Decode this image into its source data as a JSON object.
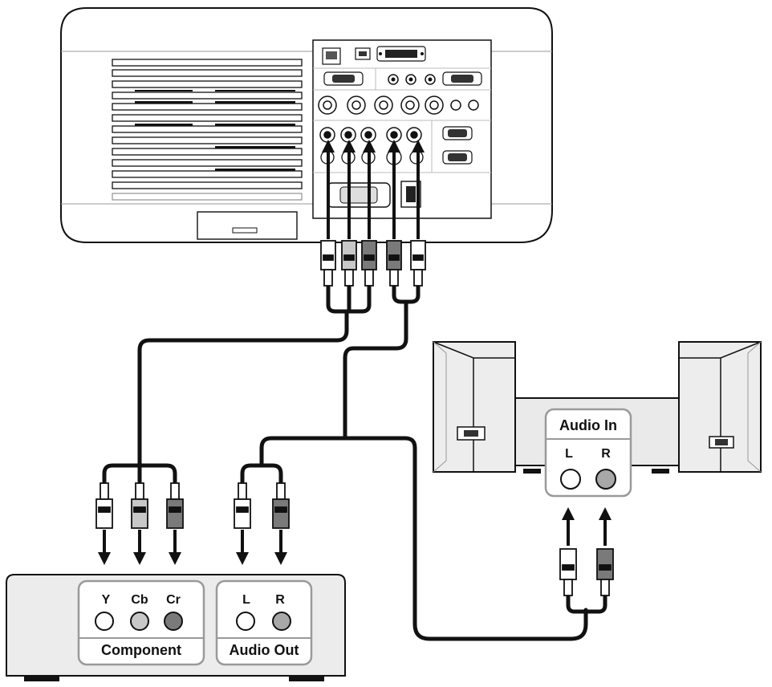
{
  "source_device": {
    "component": {
      "title": "Component",
      "jacks": [
        "Y",
        "Cb",
        "Cr"
      ]
    },
    "audio": {
      "title": "Audio Out",
      "jacks": [
        "L",
        "R"
      ]
    }
  },
  "speaker": {
    "title": "Audio In",
    "jacks": [
      "L",
      "R"
    ]
  },
  "colors": {
    "outline": "#111111",
    "panel": "#f2f2f2",
    "label_box_border": "#9a9a9a",
    "plug_white": "#ffffff",
    "plug_light_gray": "#c8c8c8",
    "plug_dark_gray": "#7a7a7a"
  }
}
